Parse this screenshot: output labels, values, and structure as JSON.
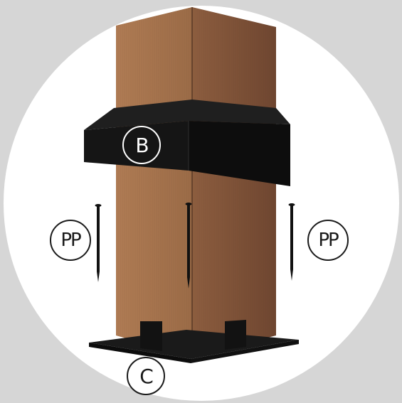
{
  "diagram": {
    "callout_b": "B",
    "callout_pp": "PP",
    "callout_c": "C"
  },
  "colors": {
    "background": "#d6d6d6",
    "disc": "#ffffff",
    "wood_light": "#a8764f",
    "wood_dark": "#7a5036",
    "metal": "#161616",
    "label_stroke": "#1a1a1a"
  }
}
